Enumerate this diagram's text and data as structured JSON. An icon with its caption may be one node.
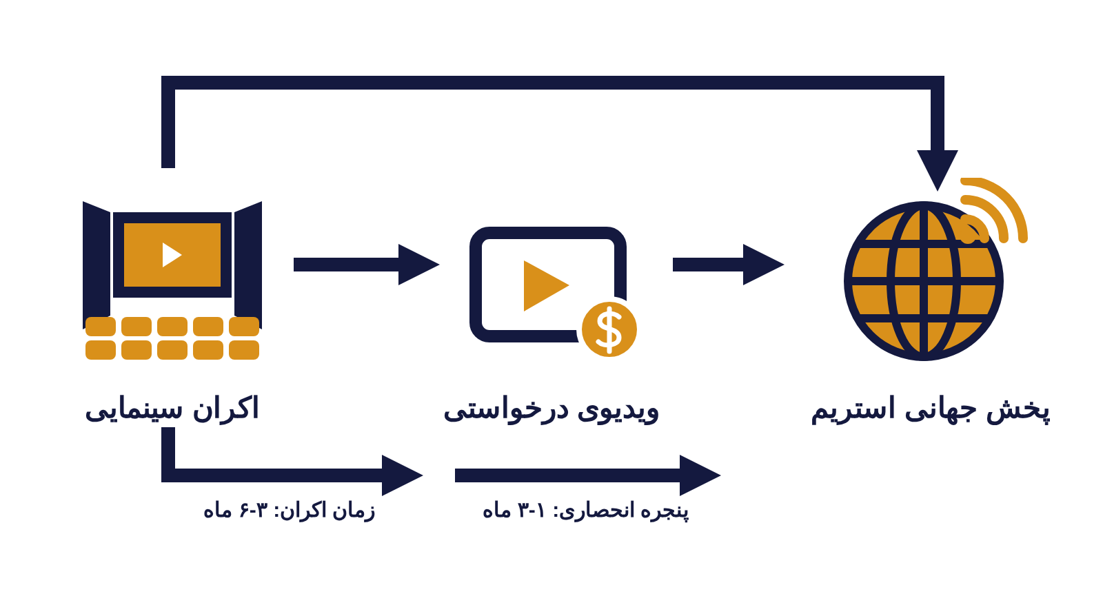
{
  "diagram": {
    "nodes": [
      {
        "text": [
          "اکران سینمایی"
        ]
      },
      {
        "text": [
          "ویدیوی درخواستی"
        ]
      },
      {
        "text": [
          "پخش جهانی استریم"
        ]
      }
    ],
    "edges": [
      {
        "from": 0,
        "to": 1,
        "arrow": "to"
      },
      {
        "from": 1,
        "to": 2,
        "arrow": "to"
      },
      {
        "from": 0,
        "to": 2,
        "arrow": "to"
      },
      {
        "from": 0,
        "to": null,
        "arrow": "to",
        "label": "زمان اکران: ۳-۶ ماه"
      }
    ],
    "labels": [
      "پنجره انحصاری: ۱-۳ ماه"
    ]
  }
}
